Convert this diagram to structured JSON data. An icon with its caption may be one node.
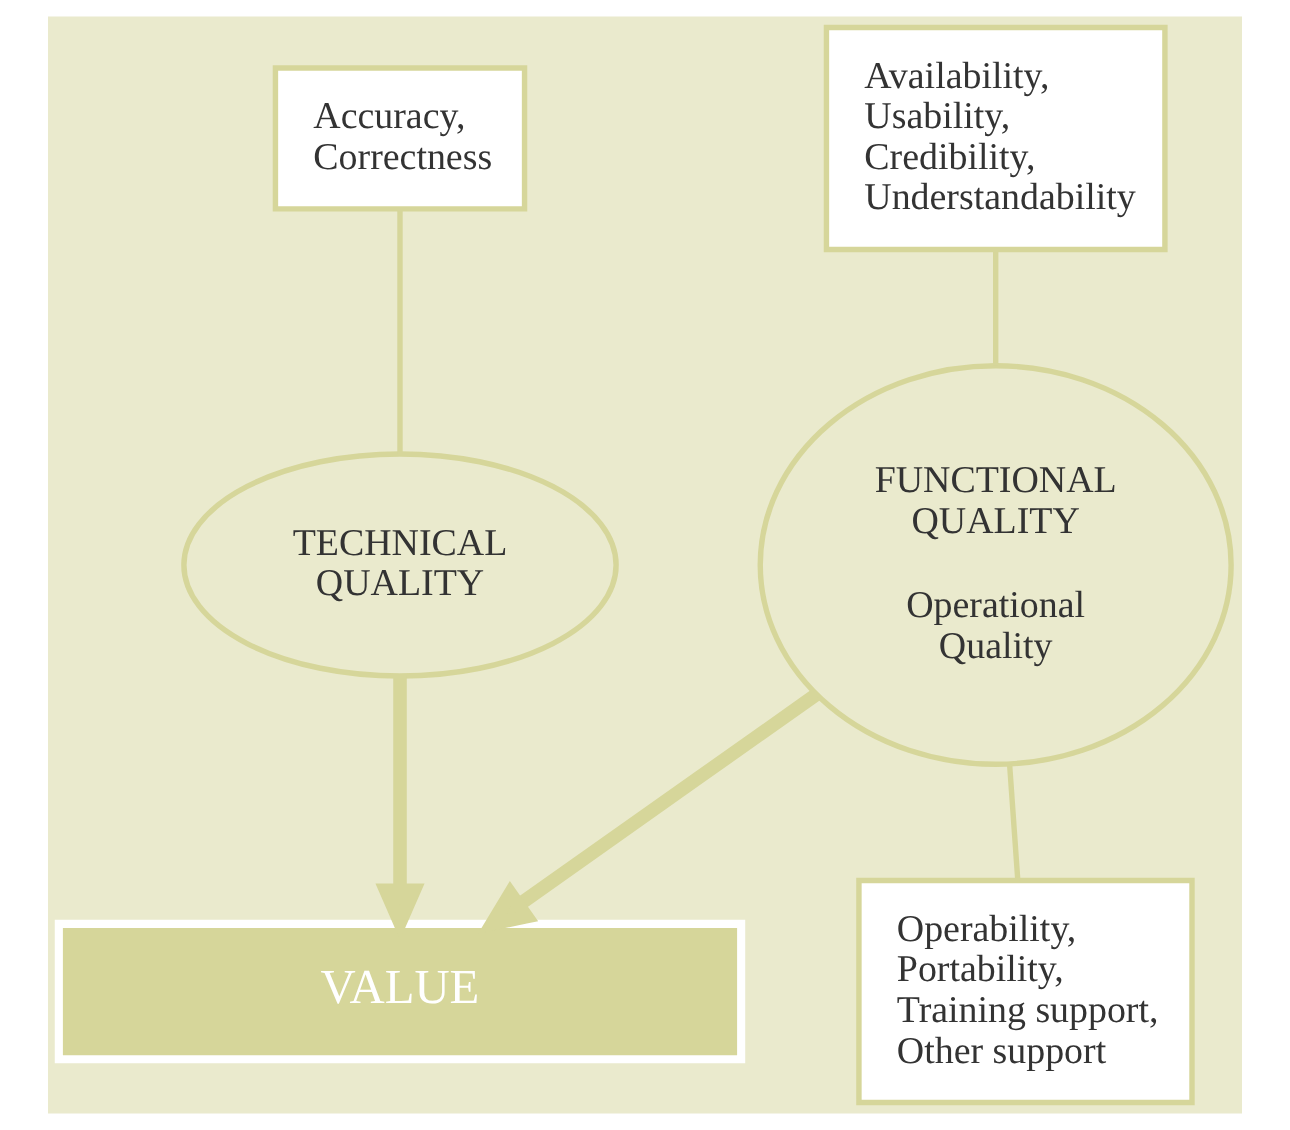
{
  "diagram": {
    "nodes": [
      {
        "text": [
          "Accuracy, Correctness"
        ]
      },
      {
        "text": [
          "Availability, Usability, Credibility, Understandability"
        ]
      },
      {
        "text": [
          "TECHNICAL QUALITY"
        ]
      },
      {
        "text": [
          "FUNCTIONAL QUALITY",
          "Operational Quality"
        ]
      },
      {
        "text": [
          "Operability, Portability, Training support, Other support"
        ]
      },
      {
        "text": [
          "VALUE"
        ]
      }
    ],
    "edges": [
      {
        "from": 0,
        "to": 2,
        "arrow": "none"
      },
      {
        "from": 1,
        "to": 3,
        "arrow": "none"
      },
      {
        "from": 4,
        "to": 3,
        "arrow": "none"
      },
      {
        "from": 2,
        "to": 5,
        "arrow": "to",
        "style": "thick"
      },
      {
        "from": 3,
        "to": 5,
        "arrow": "to",
        "style": "thick"
      }
    ]
  }
}
